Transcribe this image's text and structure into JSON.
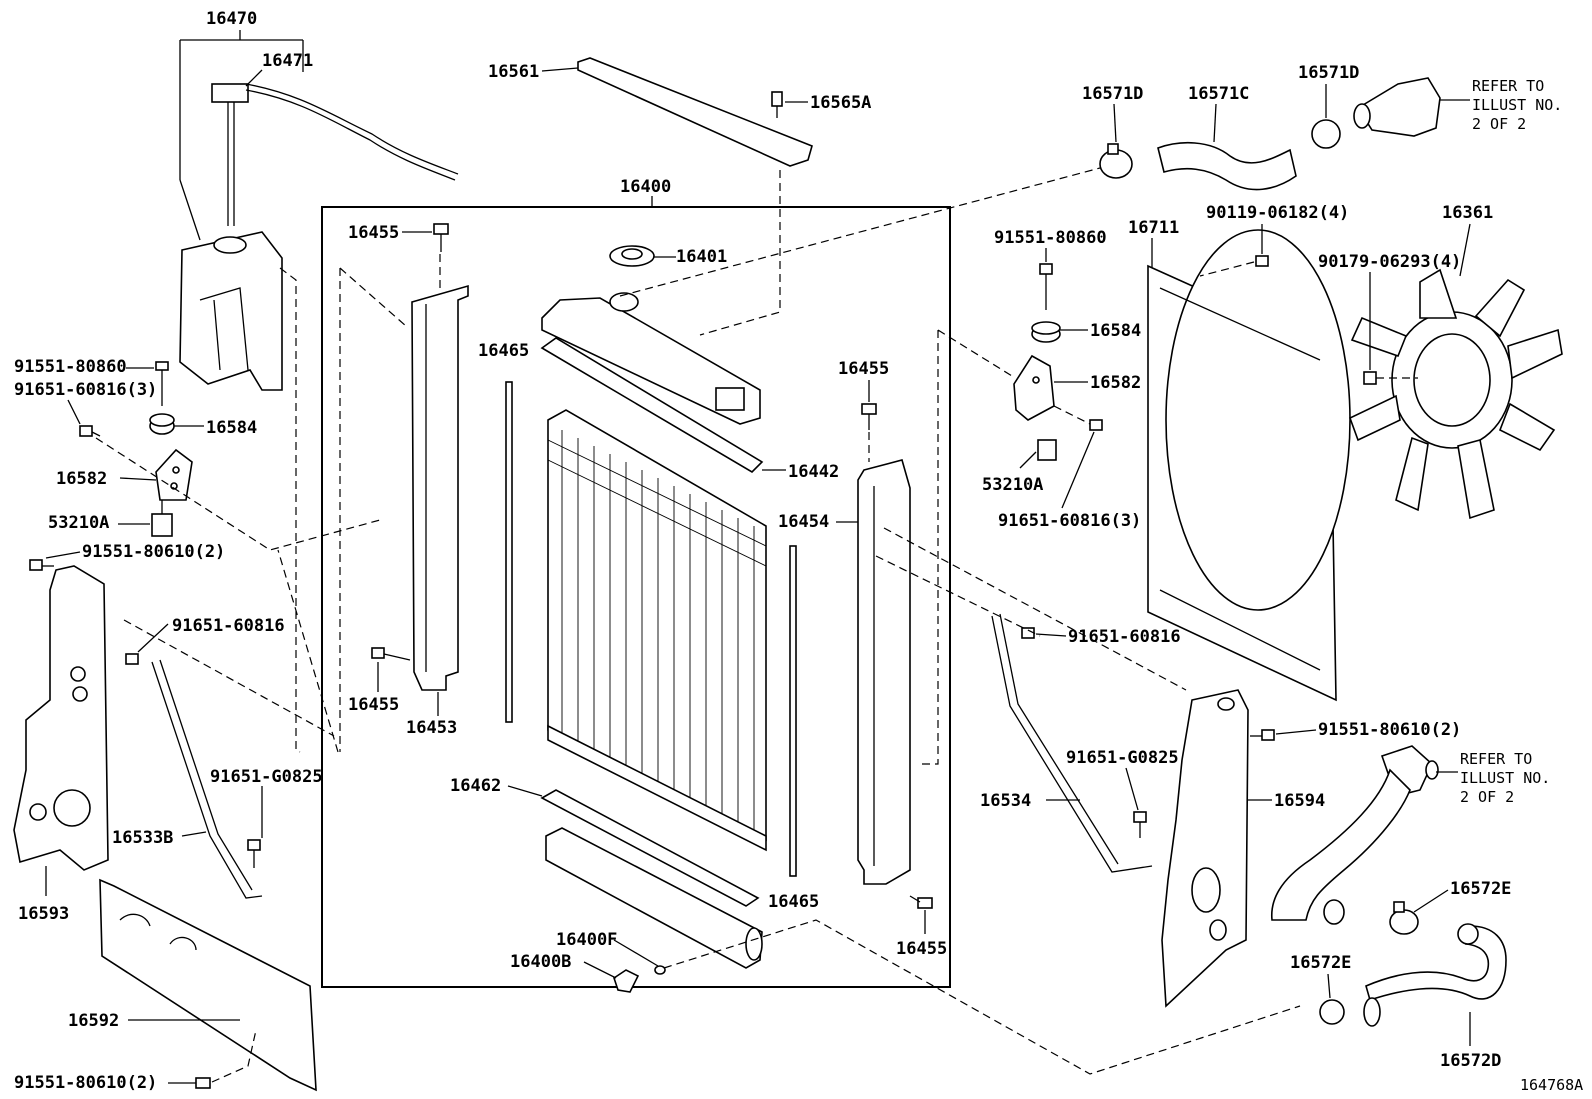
{
  "labels": {
    "l16470": "16470",
    "l16471": "16471",
    "l16561": "16561",
    "l16565A": "16565A",
    "l16400": "16400",
    "l16455_a": "16455",
    "l16401": "16401",
    "l16465_a": "16465",
    "l16442": "16442",
    "l16455_b": "16455",
    "l16454": "16454",
    "l16455_c": "16455",
    "l16453": "16453",
    "l16462": "16462",
    "l16465_b": "16465",
    "l16400F": "16400F",
    "l16400B": "16400B",
    "l16455_d": "16455",
    "l91551_80860_l": "91551-80860",
    "l91651_60816_3_l": "91651-60816(3)",
    "l16584_l": "16584",
    "l16582_l": "16582",
    "l53210A_l": "53210A",
    "l91551_80610_2_l": "91551-80610(2)",
    "l91651_60816_l": "91651-60816",
    "l91651_G0825_l": "91651-G0825",
    "l16533B": "16533B",
    "l16593": "16593",
    "l16592": "16592",
    "l91551_80610_2_b": "91551-80610(2)",
    "l16571D_a": "16571D",
    "l16571C": "16571C",
    "l16571D_b": "16571D",
    "l16711": "16711",
    "l90119_06182_4": "90119-06182(4)",
    "l16361": "16361",
    "l91551_80860_r": "91551-80860",
    "l16584_r": "16584",
    "l90179_06293_4": "90179-06293(4)",
    "l16582_r": "16582",
    "l53210A_r": "53210A",
    "l91651_60816_3_r": "91651-60816(3)",
    "l91651_60816_r": "91651-60816",
    "l91551_80610_2_r": "91551-80610(2)",
    "l91651_G0825_r": "91651-G0825",
    "l16534": "16534",
    "l16594": "16594",
    "l16572E_a": "16572E",
    "l16572E_b": "16572E",
    "l16572D": "16572D",
    "diagram_id": "164768A"
  },
  "notes": {
    "refer1": [
      "REFER TO",
      "ILLUST NO.",
      "2 OF 2"
    ],
    "refer2": [
      "REFER TO",
      "ILLUST NO.",
      "2 OF 2"
    ]
  }
}
